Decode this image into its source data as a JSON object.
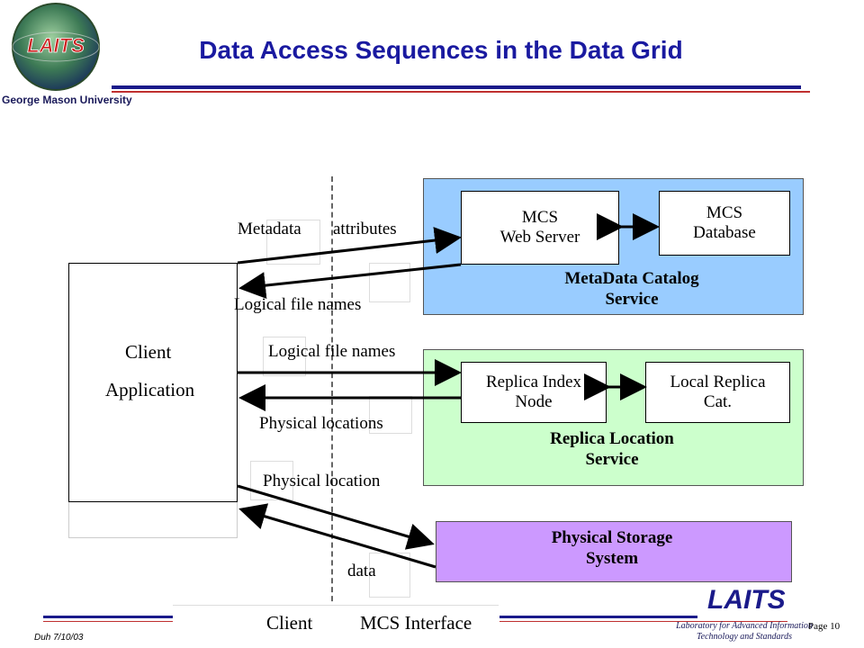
{
  "header": {
    "title": "Data Access Sequences in the Data Grid",
    "logo_text": "LAITS",
    "university": "George Mason University"
  },
  "diagram": {
    "client_application": "Client Application",
    "client_line1": "Client",
    "client_line2": "Application",
    "mcs_web_server": [
      "MCS",
      "Web Server"
    ],
    "mcs_database": [
      "MCS",
      "Database"
    ],
    "metadata_service": [
      "MetaData Catalog",
      "Service"
    ],
    "replica_index_node": [
      "Replica Index",
      "Node"
    ],
    "local_replica_cat": [
      "Local Replica",
      "Cat."
    ],
    "replica_service": [
      "Replica Location",
      "Service"
    ],
    "physical_storage": [
      "Physical Storage",
      "System"
    ],
    "arrow_labels": {
      "metadata": "Metadata",
      "attributes": "attributes",
      "logical_file_names_1": "Logical file names",
      "logical_file_names_2": "Logical  file names",
      "physical_locations": "Physical locations",
      "physical_location": "Physical  location",
      "data": "data"
    },
    "interface_client": "Client",
    "interface_mcs": "MCS Interface"
  },
  "footer": {
    "brand": "LAITS",
    "brand_sub_1": "Laboratory for Advanced Information",
    "brand_sub_2": "Technology and Standards",
    "page": "Page  10",
    "author_date": "Duh 7/10/03"
  }
}
